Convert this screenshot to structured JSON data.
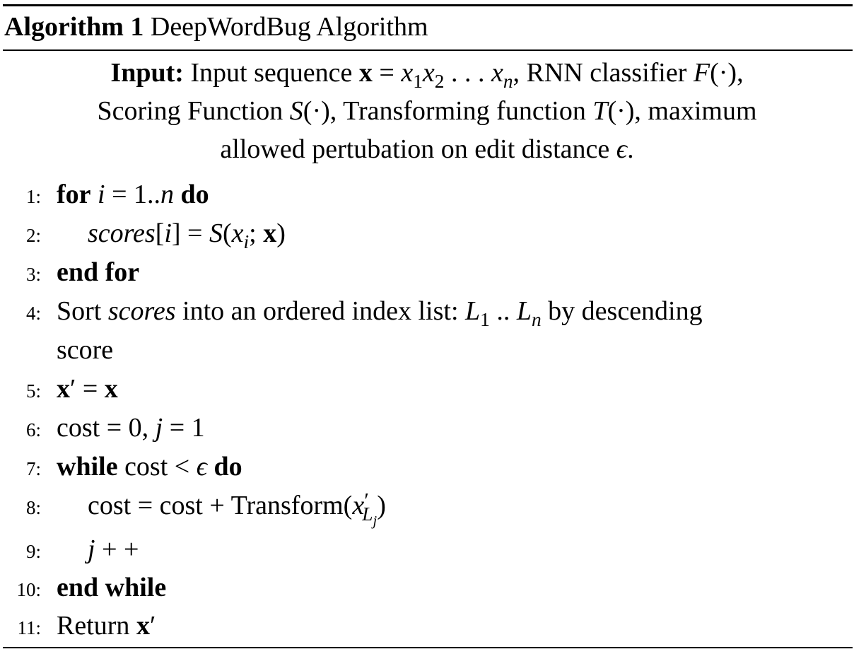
{
  "algorithm": {
    "caption_label": "Algorithm 1",
    "caption_title": "DeepWordBug Algorithm",
    "input_label": "Input:",
    "input_text": {
      "a1": "Input sequence ",
      "a2": "x",
      "a3": " = ",
      "a4": "x",
      "a5": "1",
      "a6": "x",
      "a7": "2",
      "a8": " . . . ",
      "a9": "x",
      "a10": "n",
      "a11": ", RNN classifier ",
      "a12": "F",
      "a13": "(·),",
      "b1": "Scoring Function ",
      "b2": "S",
      "b3": "(·), Transforming function ",
      "b4": "T",
      "b5": "(·), maximum",
      "c1": "allowed pertubation on edit distance ",
      "c2": "ϵ",
      "c3": "."
    },
    "lines": [
      {
        "num": "1:",
        "kw1": "for",
        "t1": "i",
        "t2": " = 1..",
        "t3": "n",
        "kw2": "do"
      },
      {
        "num": "2:",
        "t1": "scores",
        "t2": "[",
        "t3": "i",
        "t4": "] = ",
        "t5": "S",
        "t6": "(",
        "t7": "x",
        "t8": "i",
        "t9": "; ",
        "t10": "x",
        "t11": ")"
      },
      {
        "num": "3:",
        "kw1": "end for"
      },
      {
        "num": "4:",
        "t1": "Sort ",
        "t2": "scores",
        "t3": " into an ordered index list: ",
        "t4": "L",
        "t5": "1",
        "t6": " .. ",
        "t7": "L",
        "t8": "n",
        "t9": " by descending",
        "t10": "score"
      },
      {
        "num": "5:",
        "t1": "x",
        "t2": "′",
        "t3": " = ",
        "t4": "x"
      },
      {
        "num": "6:",
        "t1": "cost = 0, ",
        "t2": "j",
        "t3": " = 1"
      },
      {
        "num": "7:",
        "kw1": "while",
        "t1": " cost < ",
        "t2": "ϵ",
        "kw2": "do"
      },
      {
        "num": "8:",
        "t1": "cost = cost + Transform(",
        "t2": "x",
        "t3": "′",
        "t4": "L",
        "t5": "j",
        "t6": ")"
      },
      {
        "num": "9:",
        "t1": "j",
        "t2": " + +"
      },
      {
        "num": "10:",
        "kw1": "end while"
      },
      {
        "num": "11:",
        "t1": "Return ",
        "t2": "x",
        "t3": "′"
      }
    ]
  }
}
